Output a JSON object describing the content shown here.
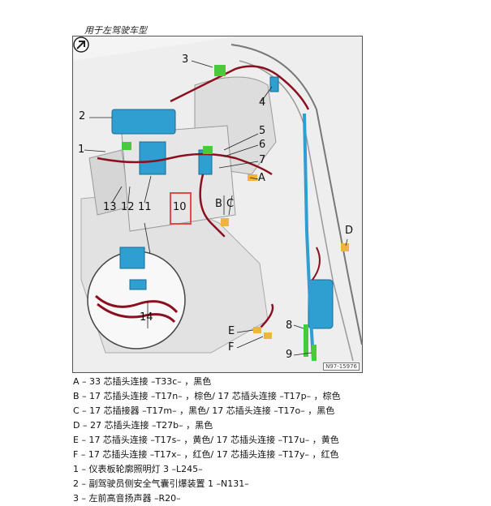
{
  "header": {
    "title": "用于左驾驶车型"
  },
  "figure": {
    "code": "N97-15976",
    "callouts": [
      {
        "id": "c3",
        "text": "3"
      },
      {
        "id": "c4",
        "text": "4"
      },
      {
        "id": "c2",
        "text": "2"
      },
      {
        "id": "c1",
        "text": "1"
      },
      {
        "id": "c5",
        "text": "5"
      },
      {
        "id": "c6",
        "text": "6"
      },
      {
        "id": "c7",
        "text": "7"
      },
      {
        "id": "cA",
        "text": "A"
      },
      {
        "id": "cB",
        "text": "B"
      },
      {
        "id": "cC",
        "text": "C"
      },
      {
        "id": "c13",
        "text": "13"
      },
      {
        "id": "c12",
        "text": "12"
      },
      {
        "id": "c11",
        "text": "11"
      },
      {
        "id": "c10",
        "text": "10"
      },
      {
        "id": "cD",
        "text": "D"
      },
      {
        "id": "c14",
        "text": "14"
      },
      {
        "id": "cE",
        "text": "E"
      },
      {
        "id": "cF",
        "text": "F"
      },
      {
        "id": "c8",
        "text": "8"
      },
      {
        "id": "c9",
        "text": "9"
      }
    ],
    "colors": {
      "connector": "#49c93d",
      "module": "#2f9ed1",
      "harness": "#8a1020",
      "highlight": "#e24a4a",
      "label_connector": "#f0b43c"
    }
  },
  "legend": [
    "A – 33 芯插头连接 –T33c– ，黑色",
    "B – 17 芯插头连接 –T17n– ，棕色/ 17 芯插头连接 –T17p– ，棕色",
    "C – 17 芯插接器 –T17m– ，黑色/ 17 芯插头连接 –T17o– ，黑色",
    "D – 27 芯插头连接 –T27b– ，黑色",
    "E – 17 芯插头连接 –T17s– ，黄色/ 17 芯插头连接 –T17u– ，黄色",
    "F – 17 芯插头连接 –T17x– ，红色/ 17 芯插头连接 –T17y– ，红色",
    "1 – 仪表板轮廓照明灯 3 –L245–",
    "2 – 副驾驶员侧安全气囊引爆装置 1 –N131–",
    "3 – 左前高音扬声器 –R20–"
  ]
}
